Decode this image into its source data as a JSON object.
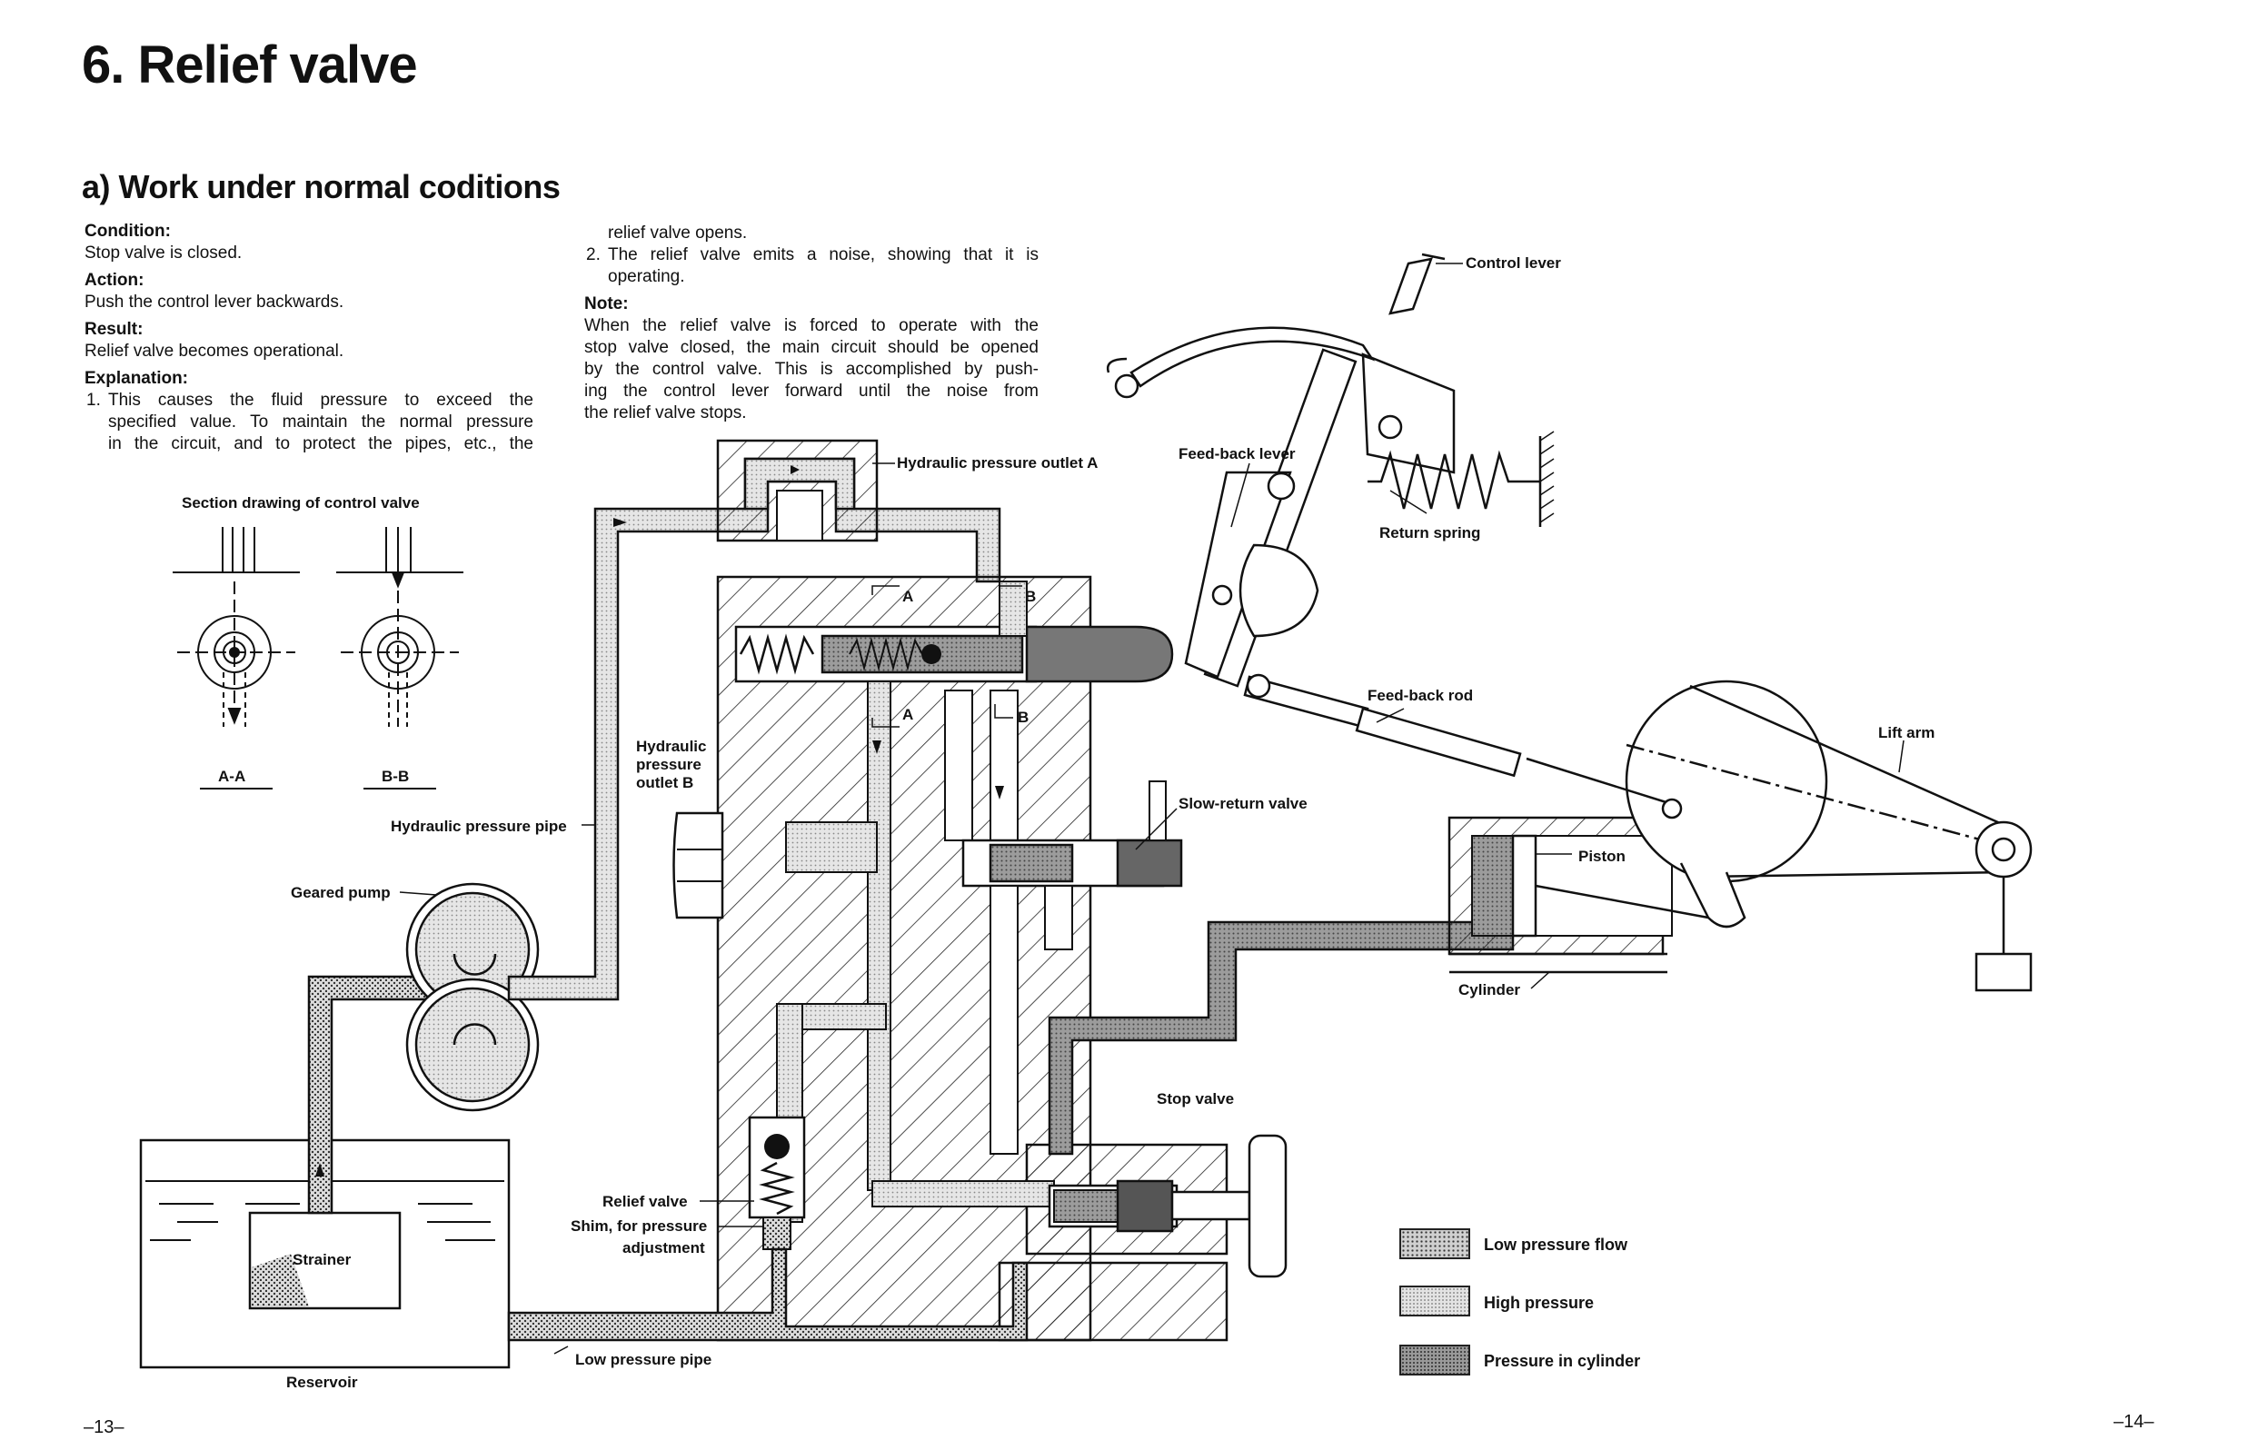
{
  "page": {
    "title": "6. Relief valve",
    "section_heading": "a) Work under normal coditions",
    "page_left": "–13–",
    "page_right": "–14–"
  },
  "text": {
    "condition_label": "Condition:",
    "condition": "Stop valve is closed.",
    "action_label": "Action:",
    "action": "Push the control lever backwards.",
    "result_label": "Result:",
    "result": "Relief valve becomes operational.",
    "explanation_label": "Explanation:",
    "explanation_1_num": "1.",
    "explanation_1_l1": "This causes the fluid pressure to exceed the",
    "explanation_1_l2": "specified value. To maintain the normal pressure",
    "explanation_1_l3": "in the circuit, and to protect the pipes, etc., the",
    "explanation_1_cont": "relief valve opens.",
    "explanation_2_num": "2.",
    "explanation_2_l1": "The relief valve emits a noise, showing that it is",
    "explanation_2_l2": "operating.",
    "note_label": "Note:",
    "note_l1": "When the relief valve is forced to operate with the",
    "note_l2": "stop valve closed, the main circuit should be opened",
    "note_l3": "by the control valve.  This is accomplished by push-",
    "note_l4": "ing the control lever forward until the noise from",
    "note_l5": "the relief valve stops."
  },
  "section_drawing": {
    "title": "Section drawing of control valve",
    "label_aa": "A-A",
    "label_bb": "B-B"
  },
  "labels": {
    "control_lever": "Control lever",
    "feed_back_lever": "Feed-back lever",
    "return_spring": "Return spring",
    "hydraulic_pressure_outlet_a": "Hydraulic pressure outlet A",
    "hydraulic_pressure_outlet_b": "Hydraulic\npressure\noutlet B",
    "feed_back_rod": "Feed-back rod",
    "lift_arm": "Lift arm",
    "slow_return_valve": "Slow-return valve",
    "piston": "Piston",
    "cylinder": "Cylinder",
    "hydraulic_pressure_pipe": "Hydraulic pressure pipe",
    "geared_pump": "Geared pump",
    "stop_valve": "Stop valve",
    "relief_valve": "Relief valve",
    "shim": "Shim, for pressure",
    "shim_2": "adjustment",
    "strainer": "Strainer",
    "reservoir": "Reservoir",
    "low_pressure_pipe": "Low pressure pipe",
    "port_a_top": "A",
    "port_b_top": "B",
    "port_a_bottom": "A",
    "port_b_bottom": "B"
  },
  "legend": [
    {
      "label": "Low pressure flow",
      "color": "#c8c8c8"
    },
    {
      "label": "High pressure",
      "color": "#d9d9d9"
    },
    {
      "label": "Pressure in cylinder",
      "color": "#9a9a9a"
    }
  ]
}
